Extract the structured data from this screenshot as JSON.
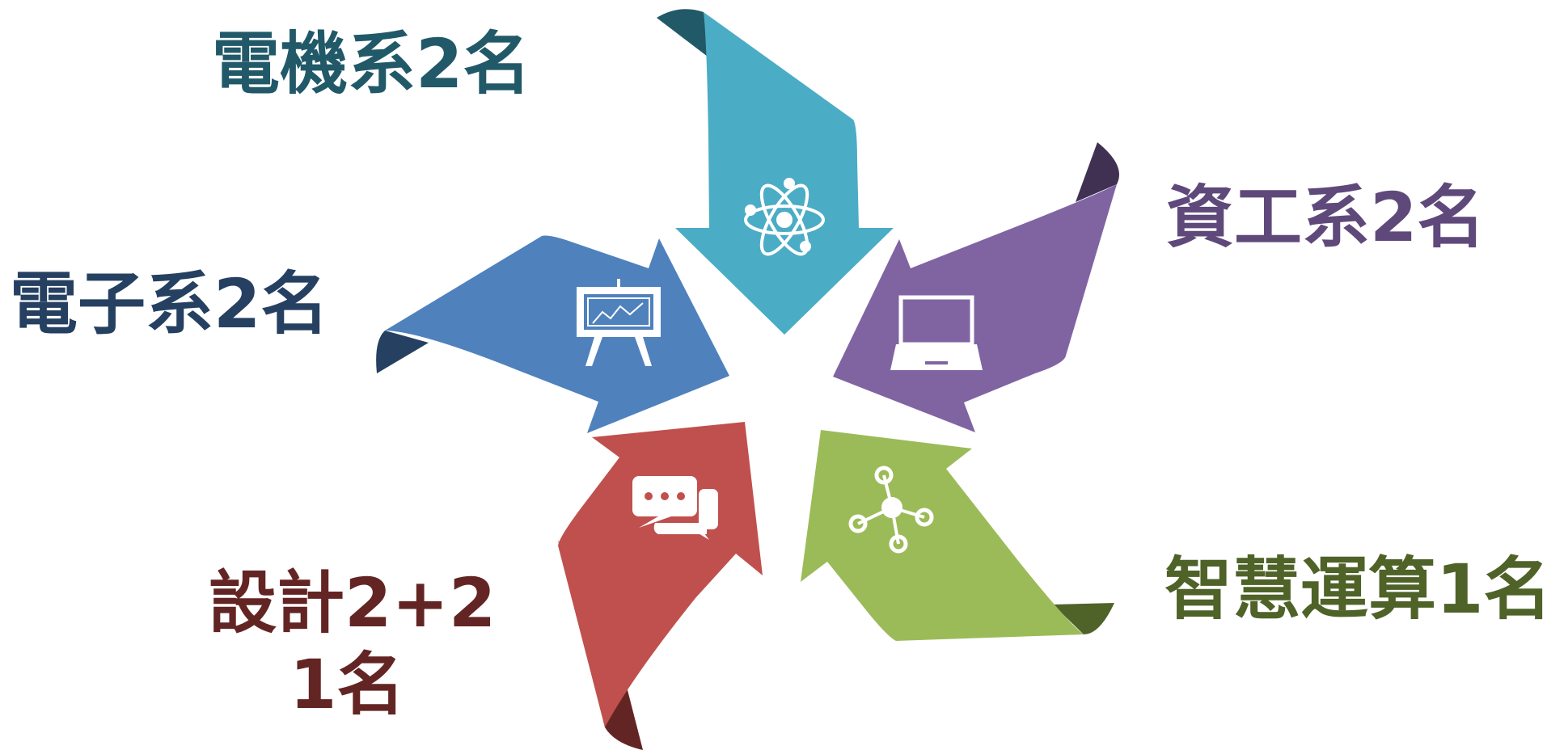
{
  "colors": {
    "electrical": "#4bacc6",
    "electrical_shadow": "#215968",
    "cs": "#8064a2",
    "cs_shadow": "#403152",
    "computing": "#9bbb59",
    "computing_shadow": "#4f6228",
    "design": "#c0504d",
    "design_shadow": "#632523",
    "electronics": "#4f81bd",
    "electronics_shadow": "#254061",
    "label_electrical": "#215968",
    "label_cs": "#5f497a",
    "label_computing": "#4f6228",
    "label_design": "#632523",
    "label_electronics": "#254061"
  },
  "arrows": [
    {
      "key": "electrical",
      "icon": "atom-icon"
    },
    {
      "key": "cs",
      "icon": "laptop-icon"
    },
    {
      "key": "computing",
      "icon": "network-nodes-icon"
    },
    {
      "key": "design",
      "icon": "chat-bubbles-icon"
    },
    {
      "key": "electronics",
      "icon": "presentation-board-icon"
    }
  ],
  "labels": {
    "electrical": "電機系2名",
    "cs": "資工系2名",
    "computing": "智慧運算1名",
    "design_line1": "設計2+2",
    "design_line2": "1名",
    "electronics": "電子系2名"
  }
}
